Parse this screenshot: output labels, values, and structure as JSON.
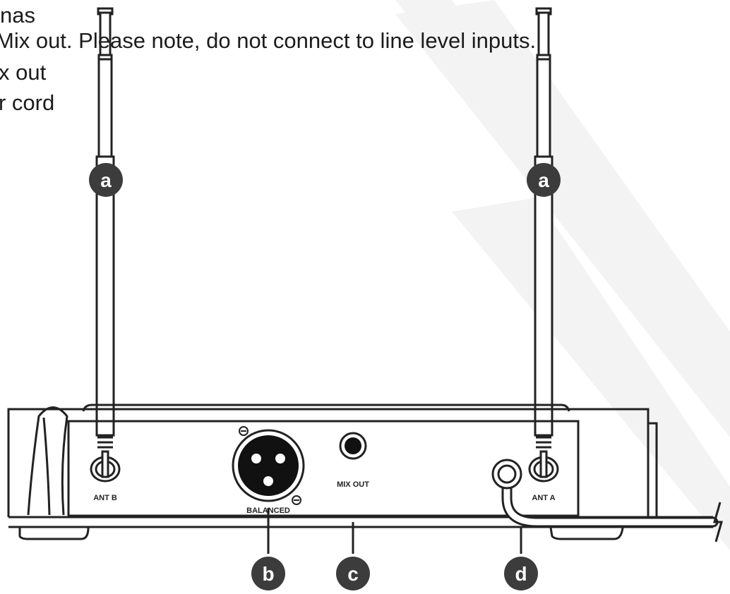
{
  "caption_lines": [
    "nas",
    "Mix out. Please note, do not connect to line level inputs.",
    "x out",
    "r cord"
  ],
  "callouts": {
    "antenna_left": "a",
    "antenna_right": "a",
    "balanced_output": "b",
    "mix_out": "c",
    "power_cord": "d"
  },
  "panel_labels": {
    "ant_b": "ANT B",
    "balanced": "BALANCED",
    "mix_out": "MIX OUT",
    "ant_a": "ANT A"
  }
}
